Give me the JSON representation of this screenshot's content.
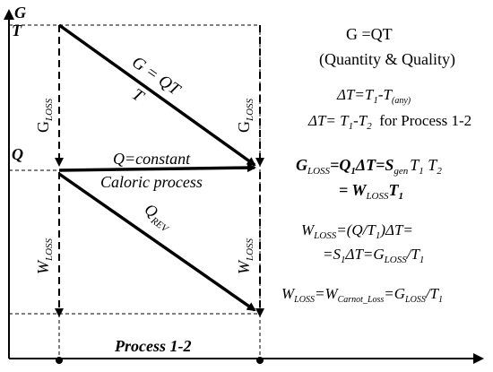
{
  "axes": {
    "y_label": "G",
    "left_labels": {
      "top": "T",
      "middle": "Q"
    },
    "bottom_label": "Process 1-2"
  },
  "arrows": {
    "upper_diagonal": {
      "label_main": "G = QT",
      "label_sub": "T"
    },
    "horizontal": {
      "label_top": "Q=constant",
      "label_bottom": "Caloric process"
    },
    "lower_diagonal": {
      "label_base": "Q",
      "label_sub": "REV"
    },
    "left_upper_vertical": {
      "base": "G",
      "sub": "LOSS"
    },
    "right_upper_vertical": {
      "base": "G",
      "sub": "LOSS"
    },
    "left_lower_vertical": {
      "base": "W",
      "sub": "LOSS"
    },
    "right_lower_vertical": {
      "base": "W",
      "sub": "LOSS"
    }
  },
  "equations": {
    "g_equals_qt": "G =QT",
    "quantity_quality": "(Quantity & Quality)",
    "delta_t_any": {
      "a": "ΔT=T",
      "a_sub": "1",
      "b": "-T",
      "b_sub": "(any)"
    },
    "delta_t_process": {
      "a": "ΔT= T",
      "a_sub1": "1",
      "b": "-T",
      "b_sub2": "2",
      "c": "  for Process 1-2"
    },
    "g_loss_bold": {
      "g": "G",
      "g_sub": "LOSS",
      "eq1": "=Q",
      "q_sub": "1",
      "eq2": "ΔT=S",
      "s_sub": "gen",
      "t1": "T",
      "t1_sub": "1",
      "t2": " T",
      "t2_sub": "2"
    },
    "w_loss_bold": {
      "prefix": "= W",
      "sub": "LOSS",
      "t": "T",
      "t_sub": "1"
    },
    "w_loss_line1": {
      "w": "W",
      "w_sub": "LOSS",
      "rest_a": "=(Q/T",
      "rest_a_sub": "1",
      "rest_b": ")ΔT="
    },
    "w_loss_line2": {
      "a": "=S",
      "a_sub": "1",
      "b": "ΔT=G",
      "b_sub": "LOSS",
      "c": "/T",
      "c_sub": "1"
    },
    "w_carnot": {
      "w": "W",
      "w_sub": "LOSS",
      "eq": "=W",
      "carnot_sub": "Carnot_Loss",
      "eq2": "=G",
      "g_sub": "LOSS",
      "slash": "/T",
      "t_sub": "1"
    }
  },
  "colors": {
    "line": "#000000",
    "background": "#ffffff"
  }
}
